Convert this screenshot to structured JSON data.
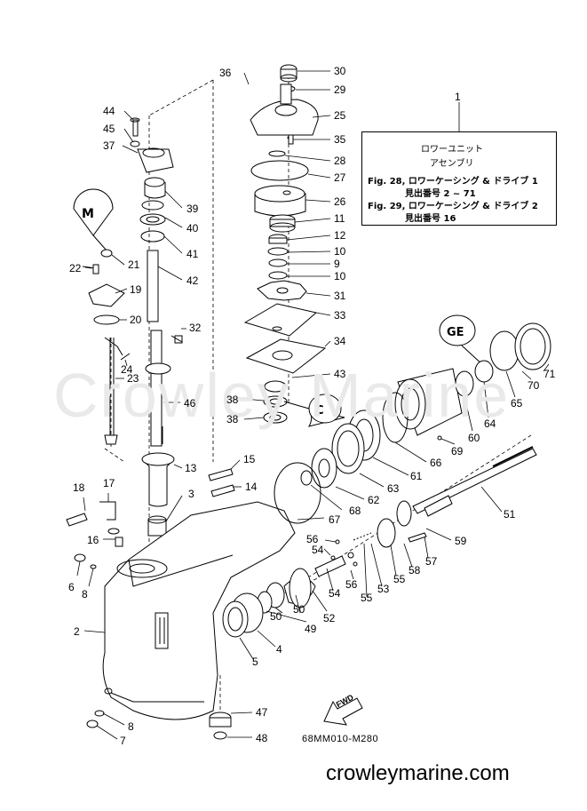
{
  "watermark": "Crowley Marine",
  "info_box": {
    "ref_number": "1",
    "title_line1": "ロワーユニット",
    "title_line2": "アセンブリ",
    "ref_line1": "Fig. 28, ロワーケーシング & ドライブ 1",
    "ref_line1_sub": "見出番号 2 ~ 71",
    "ref_line2": "Fig. 29, ロワーケーシング & ドライブ 2",
    "ref_line2_sub": "見出番号 16"
  },
  "fwd_label": "FWD",
  "drawing_code": "68MM010-M280",
  "site_url": "crowleymarine.com",
  "callouts": [
    {
      "id": "c30",
      "label": "30"
    },
    {
      "id": "c29",
      "label": "29"
    },
    {
      "id": "c25",
      "label": "25"
    },
    {
      "id": "c35",
      "label": "35"
    },
    {
      "id": "c28",
      "label": "28"
    },
    {
      "id": "c27",
      "label": "27"
    },
    {
      "id": "c26",
      "label": "26"
    },
    {
      "id": "c11",
      "label": "11"
    },
    {
      "id": "c12",
      "label": "12"
    },
    {
      "id": "c10a",
      "label": "10"
    },
    {
      "id": "c9",
      "label": "9"
    },
    {
      "id": "c10b",
      "label": "10"
    },
    {
      "id": "c31",
      "label": "31"
    },
    {
      "id": "c33",
      "label": "33"
    },
    {
      "id": "c34",
      "label": "34"
    },
    {
      "id": "c43",
      "label": "43"
    },
    {
      "id": "c38a",
      "label": "38"
    },
    {
      "id": "c38b",
      "label": "38"
    },
    {
      "id": "c36",
      "label": "36"
    },
    {
      "id": "c44",
      "label": "44"
    },
    {
      "id": "c45",
      "label": "45"
    },
    {
      "id": "c37",
      "label": "37"
    },
    {
      "id": "c39",
      "label": "39"
    },
    {
      "id": "c40",
      "label": "40"
    },
    {
      "id": "c41",
      "label": "41"
    },
    {
      "id": "c42",
      "label": "42"
    },
    {
      "id": "c21",
      "label": "21"
    },
    {
      "id": "c22",
      "label": "22"
    },
    {
      "id": "c19",
      "label": "19"
    },
    {
      "id": "c20",
      "label": "20"
    },
    {
      "id": "c32",
      "label": "32"
    },
    {
      "id": "c24",
      "label": "24"
    },
    {
      "id": "c23",
      "label": "23"
    },
    {
      "id": "c46",
      "label": "46"
    },
    {
      "id": "c13",
      "label": "13"
    },
    {
      "id": "c15",
      "label": "15"
    },
    {
      "id": "c14",
      "label": "14"
    },
    {
      "id": "c3",
      "label": "3"
    },
    {
      "id": "c18",
      "label": "18"
    },
    {
      "id": "c17",
      "label": "17"
    },
    {
      "id": "c16",
      "label": "16"
    },
    {
      "id": "c6",
      "label": "6"
    },
    {
      "id": "c8a",
      "label": "8"
    },
    {
      "id": "c2",
      "label": "2"
    },
    {
      "id": "c71",
      "label": "71"
    },
    {
      "id": "c70",
      "label": "70"
    },
    {
      "id": "c65",
      "label": "65"
    },
    {
      "id": "c64",
      "label": "64"
    },
    {
      "id": "c60",
      "label": "60"
    },
    {
      "id": "c69",
      "label": "69"
    },
    {
      "id": "c66",
      "label": "66"
    },
    {
      "id": "c61",
      "label": "61"
    },
    {
      "id": "c63",
      "label": "63"
    },
    {
      "id": "c62",
      "label": "62"
    },
    {
      "id": "c68",
      "label": "68"
    },
    {
      "id": "c67",
      "label": "67"
    },
    {
      "id": "c51",
      "label": "51"
    },
    {
      "id": "c59",
      "label": "59"
    },
    {
      "id": "c57",
      "label": "57"
    },
    {
      "id": "c58",
      "label": "58"
    },
    {
      "id": "c55a",
      "label": "55"
    },
    {
      "id": "c53",
      "label": "53"
    },
    {
      "id": "c55b",
      "label": "55"
    },
    {
      "id": "c56a",
      "label": "56"
    },
    {
      "id": "c54a",
      "label": "54"
    },
    {
      "id": "c56b",
      "label": "56"
    },
    {
      "id": "c54b",
      "label": "54"
    },
    {
      "id": "c52",
      "label": "52"
    },
    {
      "id": "c50a",
      "label": "50"
    },
    {
      "id": "c50b",
      "label": "50"
    },
    {
      "id": "c49",
      "label": "49"
    },
    {
      "id": "c4",
      "label": "4"
    },
    {
      "id": "c5",
      "label": "5"
    },
    {
      "id": "c47",
      "label": "47"
    },
    {
      "id": "c48",
      "label": "48"
    },
    {
      "id": "c8b",
      "label": "8"
    },
    {
      "id": "c7",
      "label": "7"
    }
  ]
}
